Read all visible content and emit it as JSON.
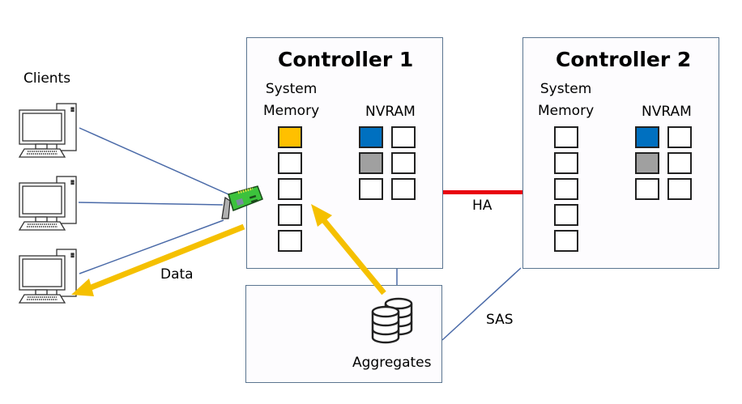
{
  "clients": {
    "label": "Clients",
    "count": 3
  },
  "controllers": [
    {
      "title": "Controller 1",
      "system_memory_label_1": "System",
      "system_memory_label_2": "Memory",
      "nvram_label": "NVRAM",
      "system_memory_cells": [
        "filled",
        "empty",
        "empty",
        "empty",
        "empty"
      ],
      "nvram_cells": [
        [
          "blue",
          "empty"
        ],
        [
          "gray",
          "empty"
        ],
        [
          "empty",
          "empty"
        ]
      ]
    },
    {
      "title": "Controller 2",
      "system_memory_label_1": "System",
      "system_memory_label_2": "Memory",
      "nvram_label": "NVRAM",
      "system_memory_cells": [
        "empty",
        "empty",
        "empty",
        "empty",
        "empty"
      ],
      "nvram_cells": [
        [
          "blue",
          "empty"
        ],
        [
          "gray",
          "empty"
        ],
        [
          "empty",
          "empty"
        ]
      ]
    }
  ],
  "aggregates": {
    "label": "Aggregates"
  },
  "links": {
    "ha": "HA",
    "sas": "SAS",
    "data": "Data"
  },
  "colors": {
    "filled": "#ffc000",
    "blue": "#0070c0",
    "gray": "#a0a0a0",
    "empty": "#ffffff",
    "ha_line": "#e8000f",
    "data_arrow": "#f5c000",
    "link_line": "#4a6aa8",
    "box_border": "#5a7590"
  }
}
